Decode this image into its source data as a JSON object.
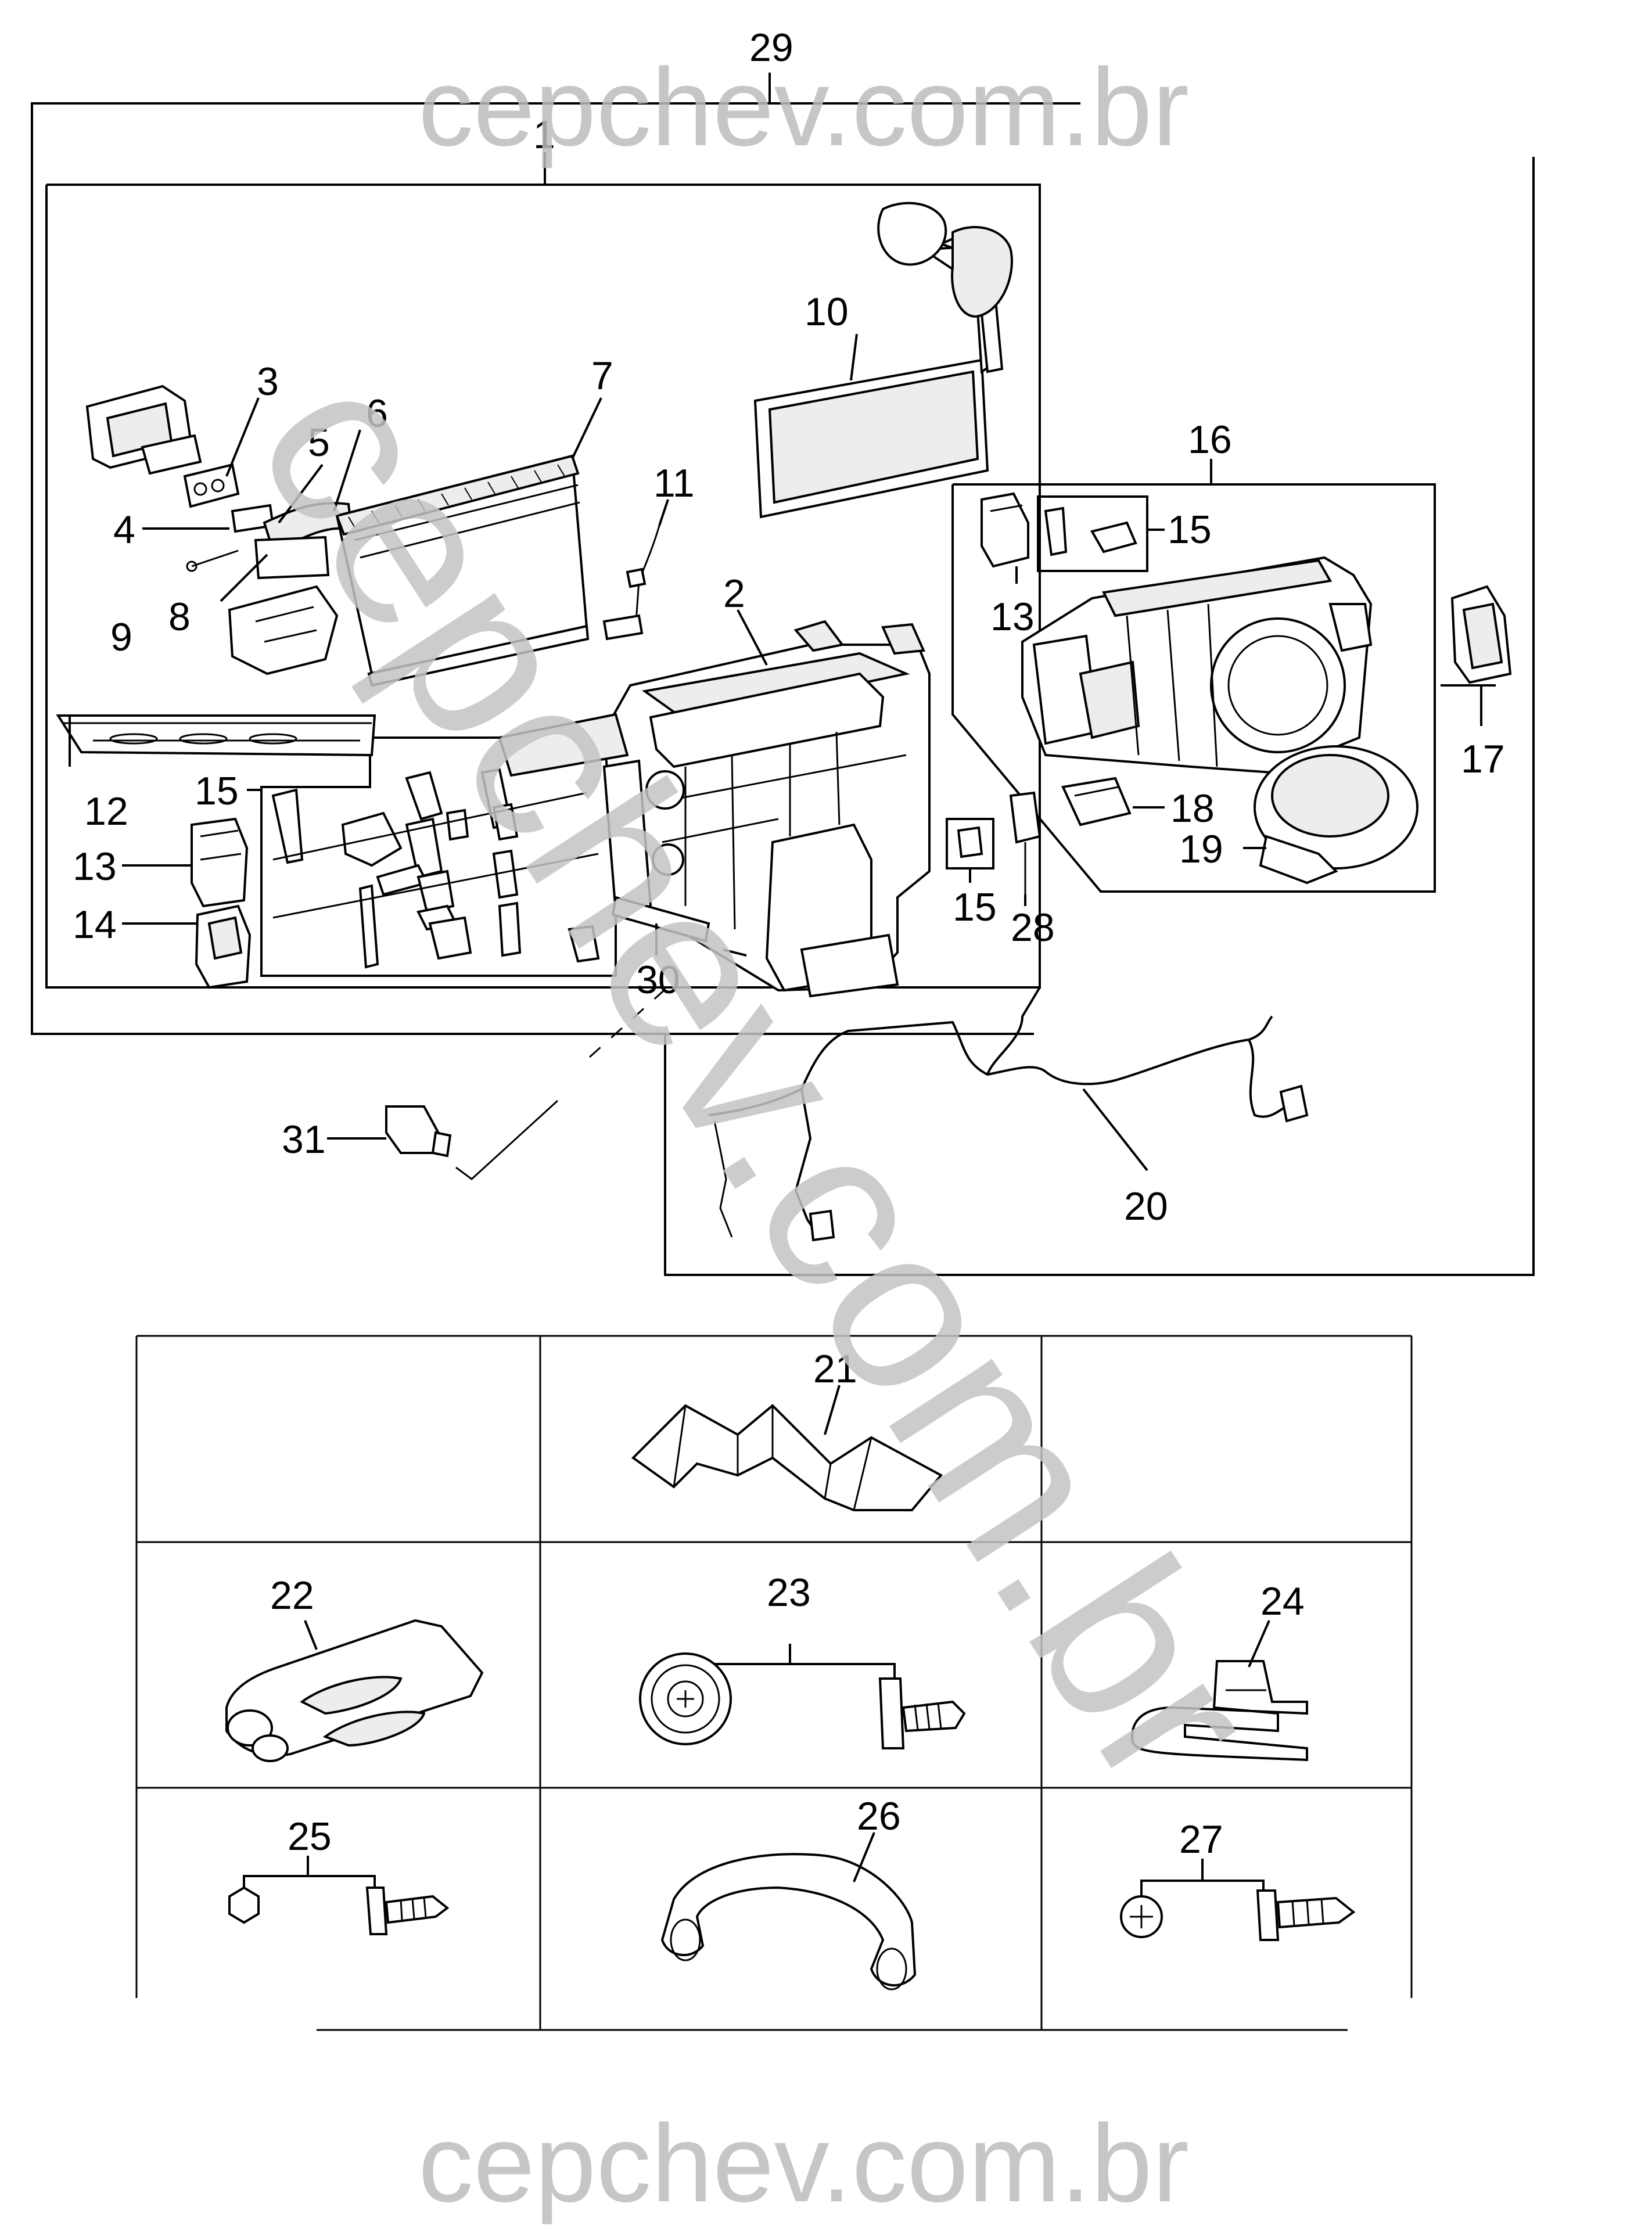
{
  "watermark": {
    "text": "cepchev.com.br",
    "color": "#bdbdbd"
  },
  "callouts": {
    "c29": "29",
    "c1": "1",
    "c3": "3",
    "c5": "5",
    "c6": "6",
    "c7": "7",
    "c10": "10",
    "c11": "11",
    "c4": "4",
    "c9": "9",
    "c8": "8",
    "c2": "2",
    "c16": "16",
    "c15a": "15",
    "c13a": "13",
    "c17": "17",
    "c12": "12",
    "c15b": "15",
    "c13b": "13",
    "c14": "14",
    "c18": "18",
    "c19": "19",
    "c15c": "15",
    "c28": "28",
    "c30": "30",
    "c31": "31",
    "c20": "20",
    "c21": "21",
    "c22": "22",
    "c23": "23",
    "c24": "24",
    "c25": "25",
    "c26": "26",
    "c27": "27"
  }
}
